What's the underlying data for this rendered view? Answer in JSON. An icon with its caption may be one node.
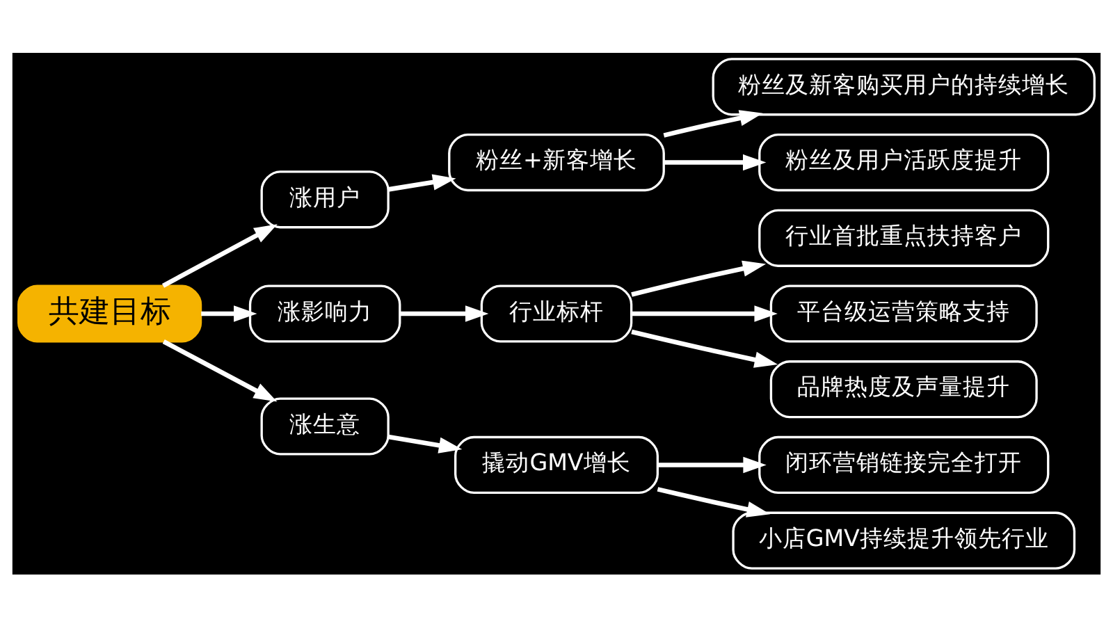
{
  "diagram": {
    "nodes": [
      {
        "text": [
          "共建目标"
        ]
      },
      {
        "text": [
          "涨用户"
        ]
      },
      {
        "text": [
          "涨影响力"
        ]
      },
      {
        "text": [
          "涨生意"
        ]
      },
      {
        "text": [
          "粉丝+新客增长"
        ]
      },
      {
        "text": [
          "行业标杆"
        ]
      },
      {
        "text": [
          "撬动GMV增长"
        ]
      },
      {
        "text": [
          "粉丝及新客购买用户的持续增长"
        ]
      },
      {
        "text": [
          "粉丝及用户活跃度提升"
        ]
      },
      {
        "text": [
          "行业首批重点扶持客户"
        ]
      },
      {
        "text": [
          "平台级运营策略支持"
        ]
      },
      {
        "text": [
          "品牌热度及声量提升"
        ]
      },
      {
        "text": [
          "闭环营销链接完全打开"
        ]
      },
      {
        "text": [
          "小店GMV持续提升领先行业"
        ]
      }
    ],
    "edges": [
      {
        "from": 0,
        "to": 1,
        "arrow": "to"
      },
      {
        "from": 0,
        "to": 2,
        "arrow": "to"
      },
      {
        "from": 0,
        "to": 3,
        "arrow": "to"
      },
      {
        "from": 1,
        "to": 4,
        "arrow": "to"
      },
      {
        "from": 2,
        "to": 5,
        "arrow": "to"
      },
      {
        "from": 3,
        "to": 6,
        "arrow": "to"
      },
      {
        "from": 4,
        "to": 7,
        "arrow": "to"
      },
      {
        "from": 4,
        "to": 8,
        "arrow": "to"
      },
      {
        "from": 5,
        "to": 9,
        "arrow": "to"
      },
      {
        "from": 5,
        "to": 10,
        "arrow": "to"
      },
      {
        "from": 5,
        "to": 11,
        "arrow": "to"
      },
      {
        "from": 6,
        "to": 12,
        "arrow": "to"
      },
      {
        "from": 6,
        "to": 13,
        "arrow": "to"
      }
    ]
  }
}
